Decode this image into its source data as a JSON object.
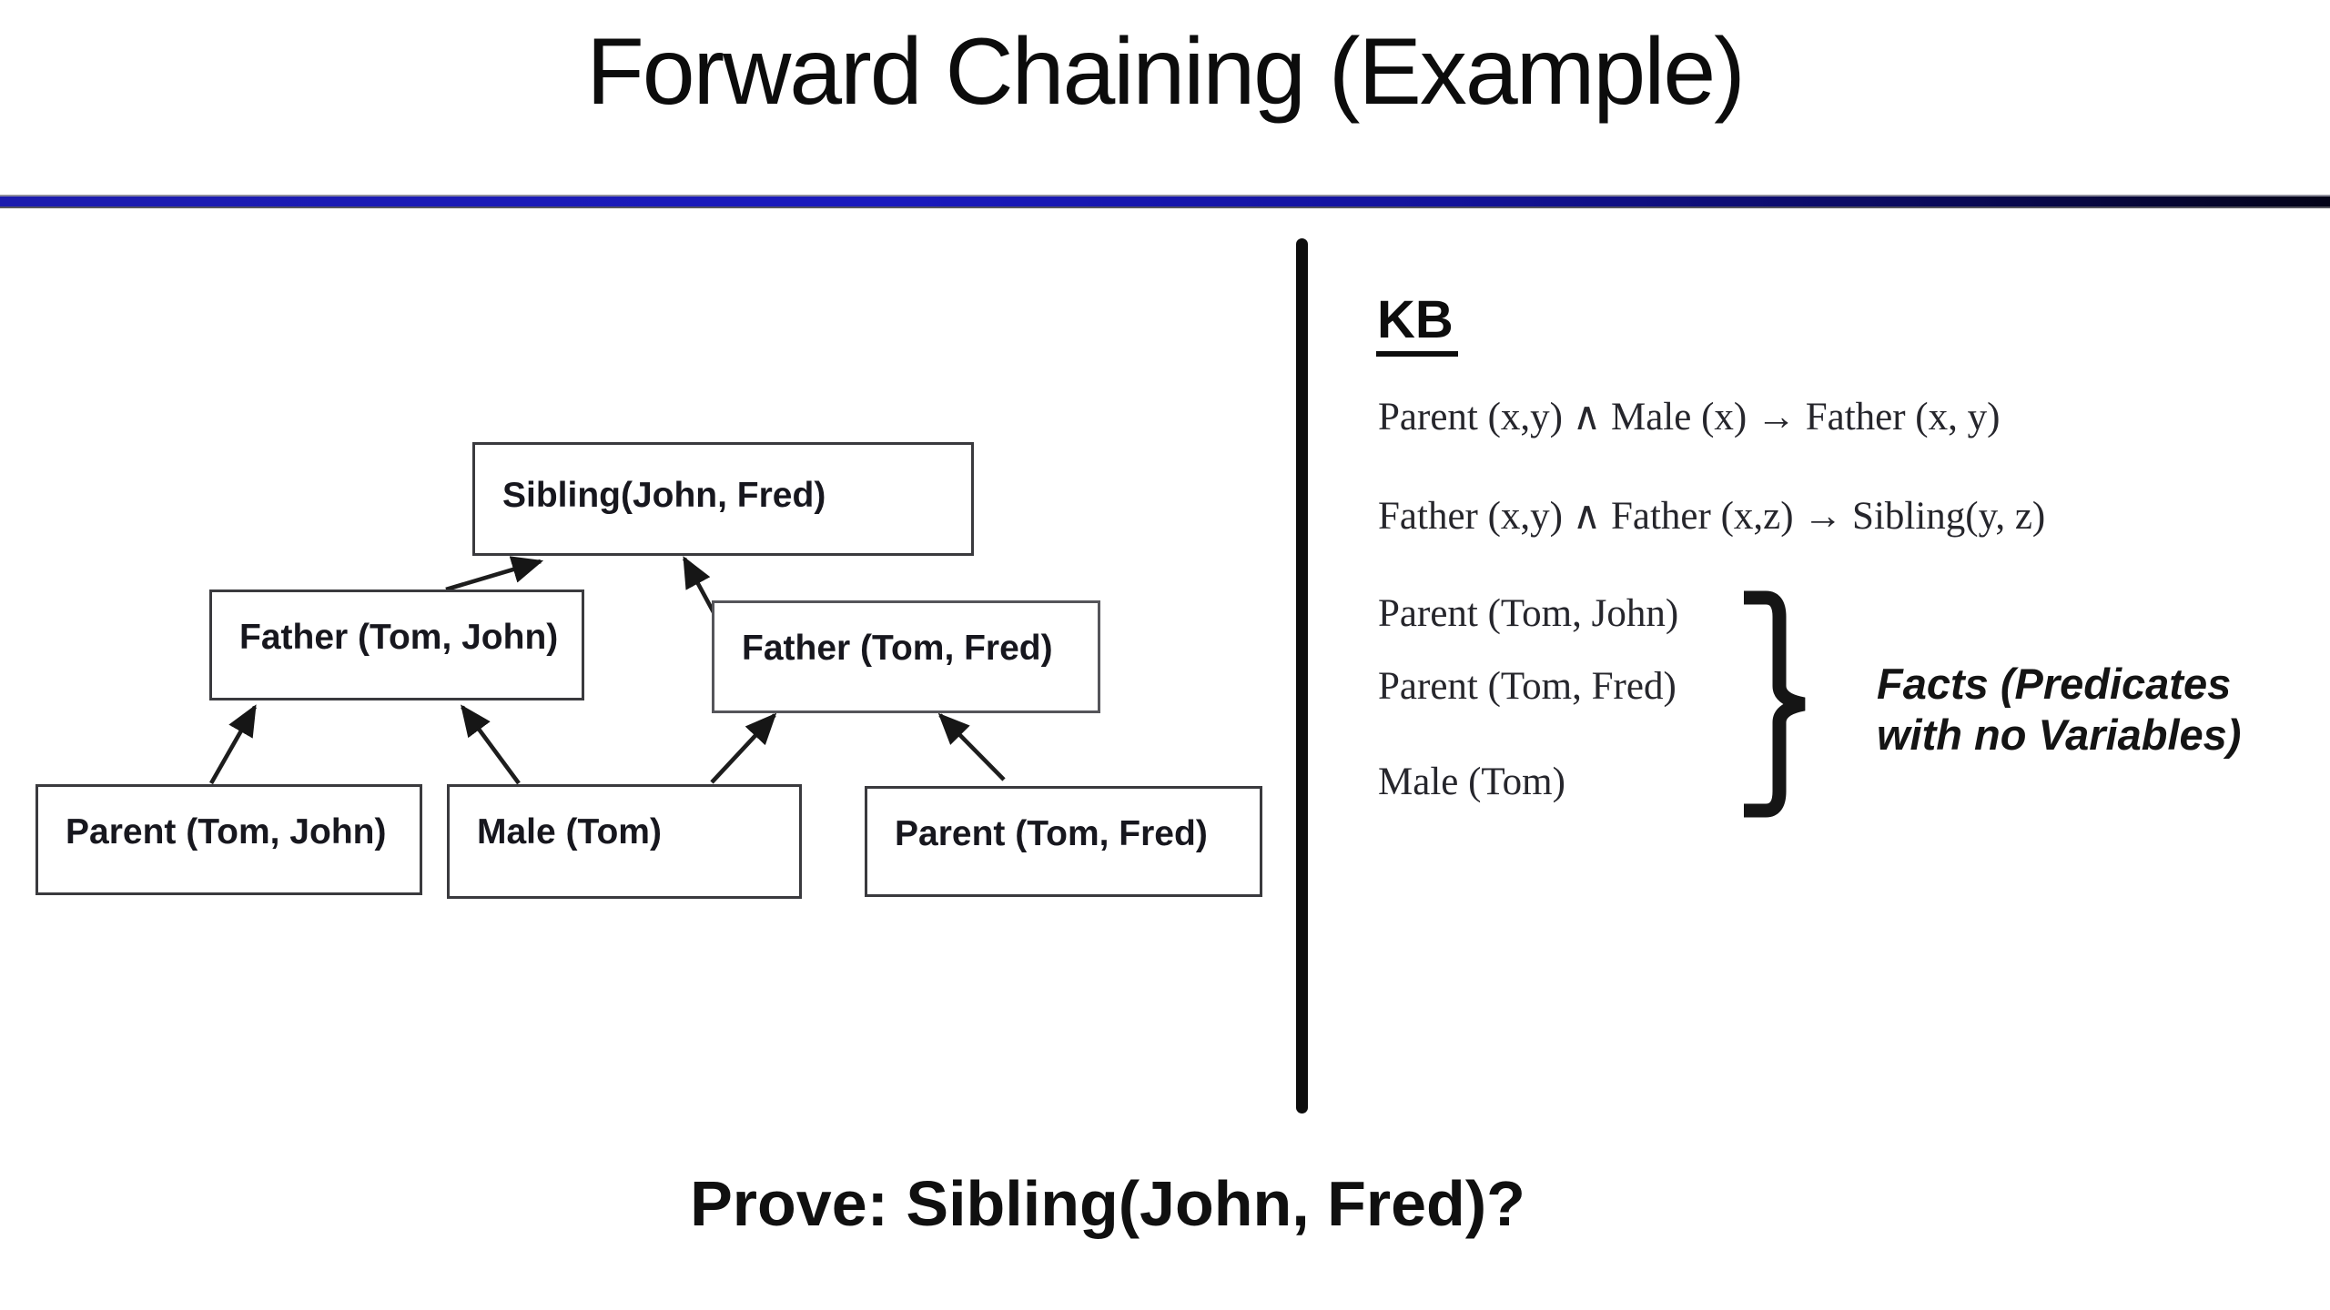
{
  "slide": {
    "title": "Forward Chaining (Example)",
    "prove_label": "Prove: Sibling(John, Fred)?"
  },
  "tree": {
    "nodes": [
      {
        "id": "sibling-john-fred",
        "label": "Sibling(John, Fred)"
      },
      {
        "id": "father-tom-john",
        "label": "Father (Tom, John)"
      },
      {
        "id": "father-tom-fred",
        "label": "Father (Tom, Fred)"
      },
      {
        "id": "parent-tom-john",
        "label": "Parent (Tom, John)"
      },
      {
        "id": "male-tom",
        "label": "Male (Tom)"
      },
      {
        "id": "parent-tom-fred",
        "label": "Parent (Tom, Fred)"
      }
    ]
  },
  "kb": {
    "heading": "KB",
    "rules": [
      "Parent (x,y) ∧ Male (x) → Father (x, y)",
      "Father (x,y) ∧ Father (x,z) → Sibling(y, z)"
    ],
    "facts": [
      "Parent (Tom, John)",
      "Parent (Tom, Fred)",
      "Male (Tom)"
    ],
    "facts_annotation": "Facts (Predicates with no Variables)"
  },
  "colors": {
    "ink": "#111111",
    "divider_blue": "#1a1abe",
    "divider_dark": "#04041a"
  }
}
